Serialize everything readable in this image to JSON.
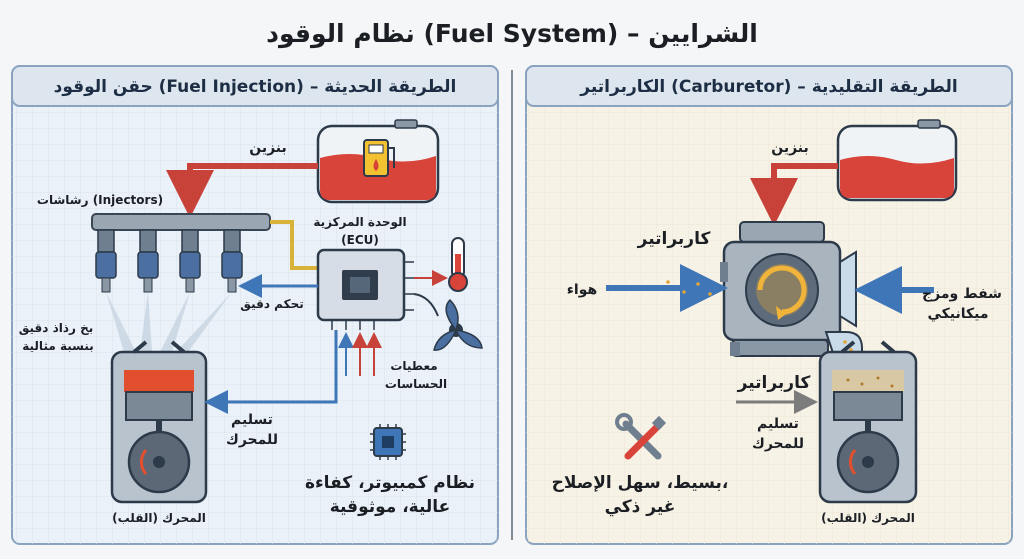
{
  "title": "نظام الوقود (Fuel System) – الشرايين",
  "left": {
    "header": "حقن الوقود (Fuel Injection) – الطريقة الحديثة",
    "fuel_label": "بنزين",
    "injectors_label": "رشاشات (Injectors)",
    "ecu_label_1": "الوحدة المركزية",
    "ecu_label_2": "(ECU)",
    "fine_control": "تحكم دقيق",
    "spray_1": "بخ رذاذ دقيق",
    "spray_2": "بنسبة مثالية",
    "sensors_1": "معطيات",
    "sensors_2": "الحساسات",
    "deliver_1": "تسليم",
    "deliver_2": "للمحرك",
    "engine_label": "المحرك (القلب)",
    "summary_1": "نظام كمبيوتر، كفاءة",
    "summary_2": "عالية، موثوقية"
  },
  "right": {
    "header": "الكاربراتير (Carburetor) – الطريقة التقليدية",
    "fuel_label": "بنزين",
    "carb_label_top": "كاربراتير",
    "air_label": "هواء",
    "mech_1": "شفط ومزج",
    "mech_2": "ميكانيكي",
    "carb_label_mid": "كاربراتير",
    "deliver_1": "تسليم",
    "deliver_2": "للمحرك",
    "summary_1": "بسيط، سهل الإصلاح،",
    "summary_2": "غير ذكي",
    "engine_label": "المحرك (القلب)"
  },
  "colors": {
    "fuel_red": "#d8433a",
    "panel_blue": "#cfe0f0",
    "arrow_blue": "#3f76b8",
    "header_bg": "#dde6ef"
  }
}
